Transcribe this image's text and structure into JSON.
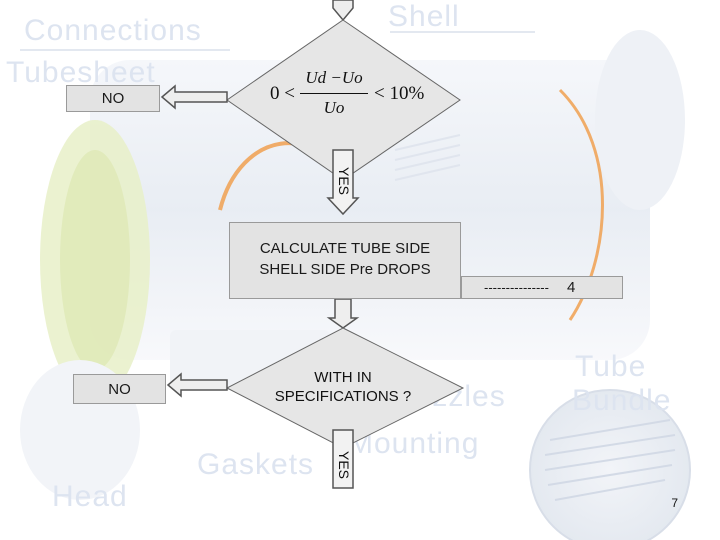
{
  "background": {
    "words": [
      "Connections",
      "Tubesheet",
      "Shell",
      "Tube",
      "Bundle",
      "Gaskets",
      "Mounting",
      "Head",
      "Nozzles"
    ]
  },
  "diamond1": {
    "formula": {
      "lower_bound": "0 <",
      "numerator": "Ud −Uo",
      "denominator": "Uo",
      "upper_bound": "< 10%"
    },
    "no_label": "NO",
    "yes_label": "YES"
  },
  "process_box": {
    "line1": "CALCULATE TUBE SIDE",
    "line2": "SHELL SIDE Pre DROPS"
  },
  "reference": {
    "dashes": "---------------",
    "number": "4"
  },
  "diamond2": {
    "line1": "WITH IN",
    "line2": "SPECIFICATIONS ?",
    "no_label": "NO",
    "yes_label": "YES"
  },
  "page_number": "7",
  "colors": {
    "box_fill": "#e3e3e3",
    "box_border": "#9a9a9a",
    "diamond_fill": "#e6e6e6",
    "arrow_fill": "#eeeeee",
    "arrow_stroke": "#555555",
    "watermark_text": "#dde4f0",
    "wire_orange": "#f0a050"
  }
}
